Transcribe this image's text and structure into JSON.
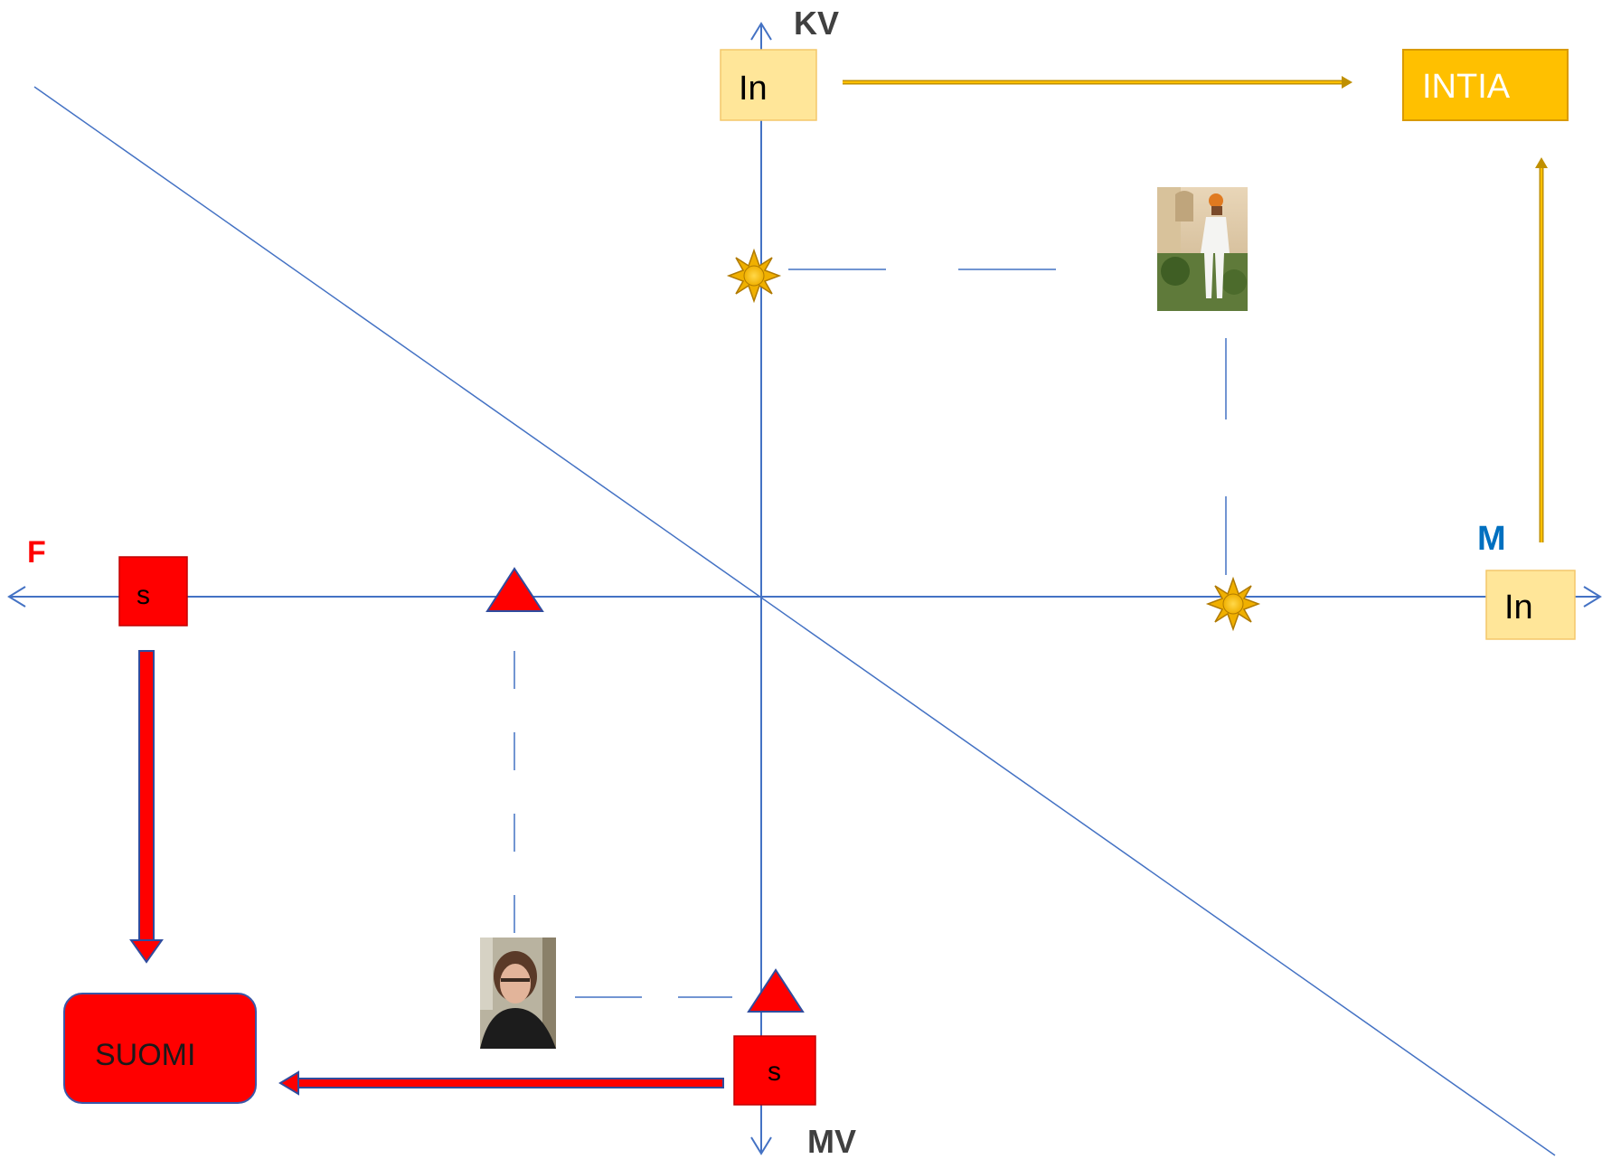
{
  "axes": {
    "top_label": "KV",
    "bottom_label": "MV",
    "left_label": "F",
    "right_label": "M"
  },
  "boxes": {
    "in_top": "In",
    "intia": "INTIA",
    "in_right": "In",
    "s_left": "s",
    "s_bottom": "s",
    "suomi": "SUOMI"
  },
  "colors": {
    "axis": "#4472C4",
    "finland_red": "#FF0000",
    "india_gold": "#FFC000",
    "india_light": "#FFE699",
    "arrow_gold": "#C09000",
    "label_dark": "#404040",
    "label_red": "#FF0000",
    "label_blue": "#0070C0"
  },
  "icons": {
    "sun_upper": "sun-icon",
    "sun_right": "sun-icon",
    "triangle_left": "triangle-icon",
    "triangle_bottom": "triangle-icon",
    "photo_man": "man-photo",
    "photo_woman": "woman-photo"
  }
}
